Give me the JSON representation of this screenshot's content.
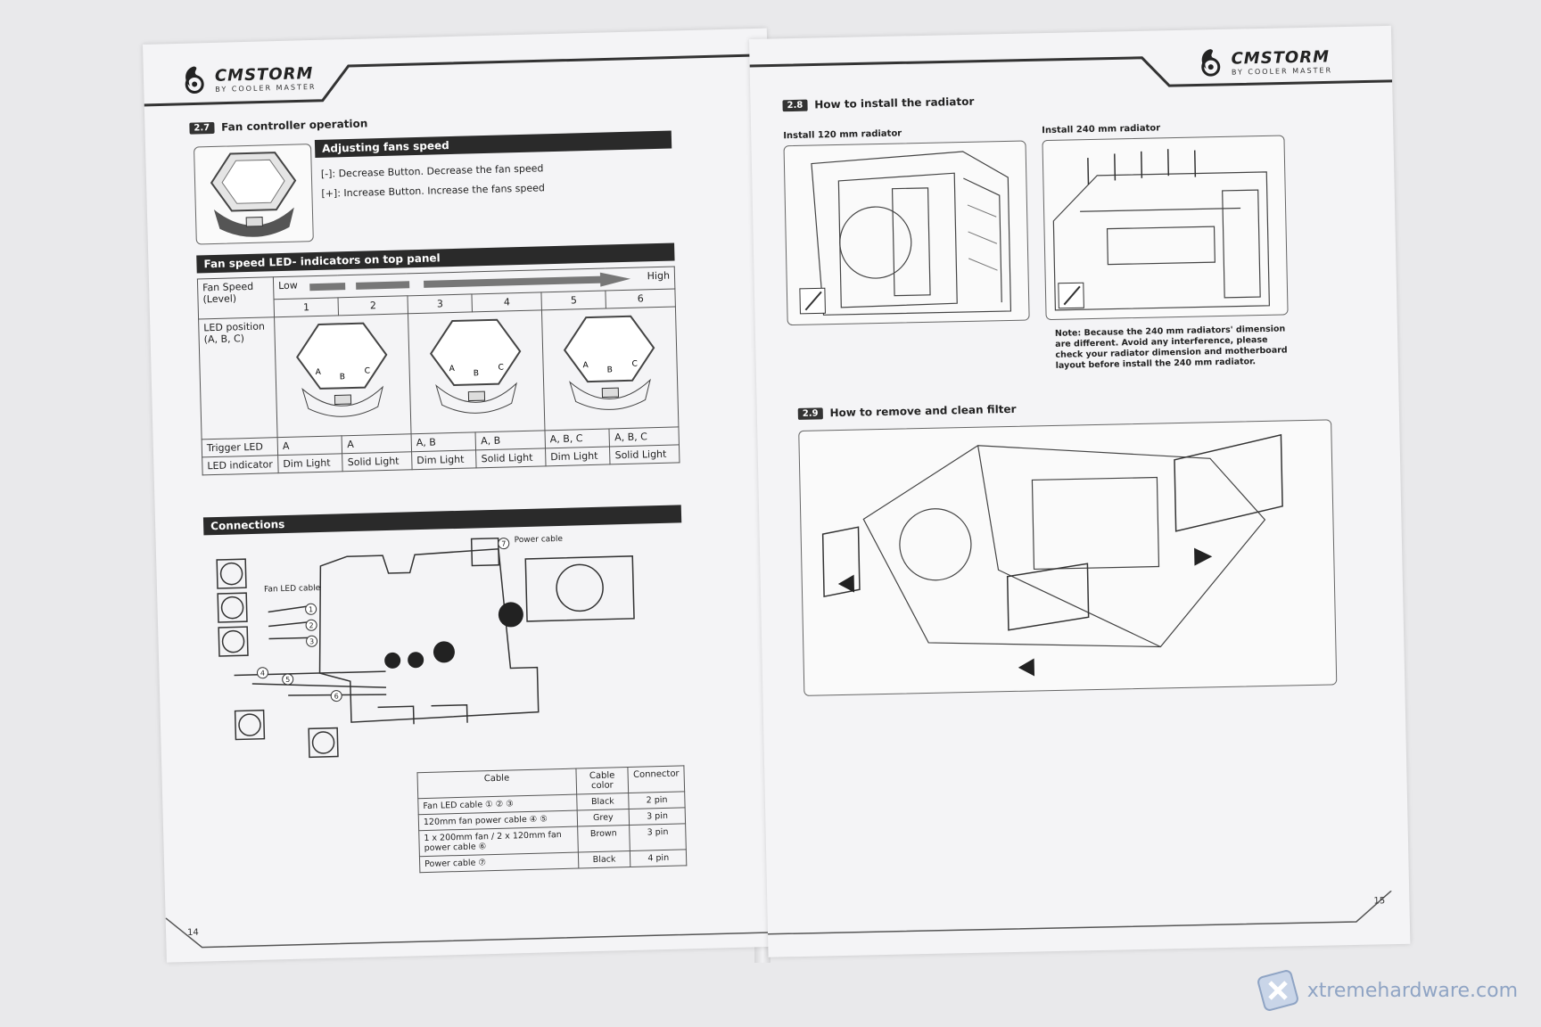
{
  "brand": {
    "logo_main": "CMSTORM",
    "logo_sub": "BY COOLER MASTER"
  },
  "left_page": {
    "section_num": "2.7",
    "section_title": "Fan controller operation",
    "adjust_bar": "Adjusting fans speed",
    "adjust_lines": [
      "[-]: Decrease Button. Decrease the fan speed",
      "[+]: Increase Button. Increase the fans speed"
    ],
    "led_bar": "Fan speed LED- indicators on top panel",
    "fan_speed_label": "Fan Speed\n(Level)",
    "low": "Low",
    "high": "High",
    "levels": [
      "1",
      "2",
      "3",
      "4",
      "5",
      "6"
    ],
    "led_position_label": "LED position\n(A, B, C)",
    "trigger_label": "Trigger LED",
    "trigger": [
      "A",
      "A",
      "A, B",
      "A, B",
      "A, B, C",
      "A, B, C"
    ],
    "indicator_label": "LED indicator",
    "indicator": [
      "Dim Light",
      "Solid Light",
      "Dim Light",
      "Solid Light",
      "Dim Light",
      "Solid Light"
    ],
    "connections_bar": "Connections",
    "fan_led_cable": "Fan LED cable",
    "power_cable_label": "Power cable",
    "cable_headers": [
      "Cable",
      "Cable color",
      "Connector"
    ],
    "cable_rows": [
      {
        "cable": "Fan LED cable ① ② ③",
        "color": "Black",
        "connector": "2 pin"
      },
      {
        "cable": "120mm fan power cable ④ ⑤",
        "color": "Grey",
        "connector": "3 pin"
      },
      {
        "cable": "1 x 200mm fan / 2 x 120mm fan power cable ⑥",
        "color": "Brown",
        "connector": "3 pin"
      },
      {
        "cable": "Power cable ⑦",
        "color": "Black",
        "connector": "4 pin"
      }
    ],
    "page_number": "14"
  },
  "right_page": {
    "sec28_num": "2.8",
    "sec28_title": "How to install the radiator",
    "install_120": "Install 120 mm radiator",
    "install_240": "Install 240 mm radiator",
    "note": "Note: Because the 240 mm radiators' dimension are different. Avoid any interference, please check your radiator dimension and motherboard layout before install the 240 mm radiator.",
    "sec29_num": "2.9",
    "sec29_title": "How to remove and clean filter",
    "page_number": "15"
  },
  "watermark": {
    "text": "xtremehardware.com"
  }
}
